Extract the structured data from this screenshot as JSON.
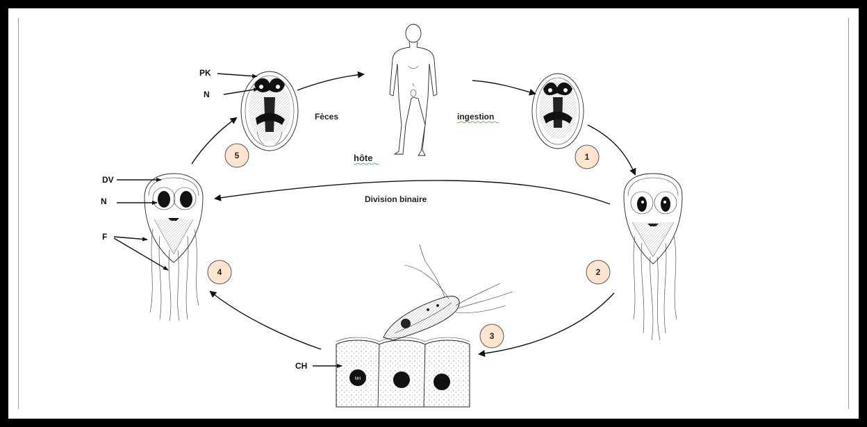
{
  "labels": {
    "pk": "PK",
    "n_cyst": "N",
    "feces": "Fèces",
    "ingestion": "ingestion",
    "host": "hôte",
    "binary_division": "Division binaire",
    "dv": "DV",
    "n_troph": "N",
    "f": "F",
    "ch": "CH",
    "nucleus_label": "NH"
  },
  "stages": [
    {
      "number": "1"
    },
    {
      "number": "2"
    },
    {
      "number": "3"
    },
    {
      "number": "4"
    },
    {
      "number": "5"
    }
  ],
  "colors": {
    "border": "#000000",
    "badge_fill": "#fde4cf",
    "arrow": "#111111",
    "spellcheck_underline": "#3a9a3a"
  }
}
